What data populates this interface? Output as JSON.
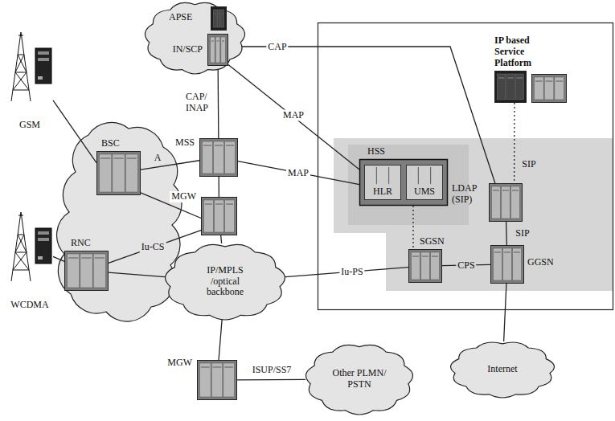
{
  "diagram": {
    "nodes": [
      {
        "text": [
          "APSE"
        ]
      },
      {
        "text": [
          "IN/SCP"
        ],
        "in": 0
      },
      {
        "text": [
          "GSM"
        ]
      },
      {
        "text": [
          "BSC"
        ]
      },
      {
        "text": [
          "MSS"
        ]
      },
      {
        "text": [
          "MGW"
        ]
      },
      {
        "text": [
          "WCDMA"
        ]
      },
      {
        "text": [
          "RNC"
        ]
      },
      {
        "text": [
          "IP/MPLS /optical backbone"
        ]
      },
      {
        "text": [
          "MGW"
        ]
      },
      {
        "text": [
          "Other PLMN/ PSTN"
        ]
      },
      {
        "text": [
          "IP based Service Platform"
        ]
      },
      {
        "text": [
          "HSS"
        ]
      },
      {
        "text": [
          "HLR"
        ],
        "in": 12
      },
      {
        "text": [
          "UMS"
        ],
        "in": 12
      },
      {
        "text": [
          "LDAP (SIP)"
        ]
      },
      {
        "text": [
          "SGSN"
        ]
      },
      {
        "text": [
          "GGSN"
        ]
      },
      {
        "text": [
          "Internet"
        ]
      }
    ],
    "edges": [
      {
        "from": 2,
        "to": 3,
        "arrow": "none"
      },
      {
        "from": 6,
        "to": 7,
        "arrow": "none"
      },
      {
        "from": 3,
        "to": 4,
        "label": "A",
        "arrow": "none"
      },
      {
        "from": 3,
        "to": 5,
        "arrow": "none"
      },
      {
        "from": 7,
        "to": 5,
        "label": "Iu-CS",
        "arrow": "none"
      },
      {
        "from": 1,
        "to": 4,
        "label": "CAP/ INAP",
        "arrow": "none"
      },
      {
        "from": 4,
        "to": 5,
        "arrow": "none"
      },
      {
        "from": 4,
        "to": 12,
        "label": "MAP",
        "arrow": "none"
      },
      {
        "from": 1,
        "to": 12,
        "label": "MAP",
        "arrow": "none"
      },
      {
        "from": 1,
        "to": 15,
        "label": "CAP",
        "arrow": "none"
      },
      {
        "from": 11,
        "to": 15,
        "label": "SIP",
        "arrow": "none"
      },
      {
        "from": 15,
        "to": 17,
        "label": "SIP",
        "arrow": "none"
      },
      {
        "from": 5,
        "to": 8,
        "arrow": "none"
      },
      {
        "from": 7,
        "to": 8,
        "arrow": "none"
      },
      {
        "from": 8,
        "to": 16,
        "label": "Iu-PS",
        "arrow": "none"
      },
      {
        "from": 16,
        "to": 17,
        "label": "CPS",
        "arrow": "none"
      },
      {
        "from": 12,
        "to": 16,
        "arrow": "none"
      },
      {
        "from": 17,
        "to": 18,
        "arrow": "none"
      },
      {
        "from": 8,
        "to": 9,
        "arrow": "none"
      },
      {
        "from": 9,
        "to": 10,
        "label": "ISUP/SS7",
        "arrow": "none"
      }
    ]
  }
}
